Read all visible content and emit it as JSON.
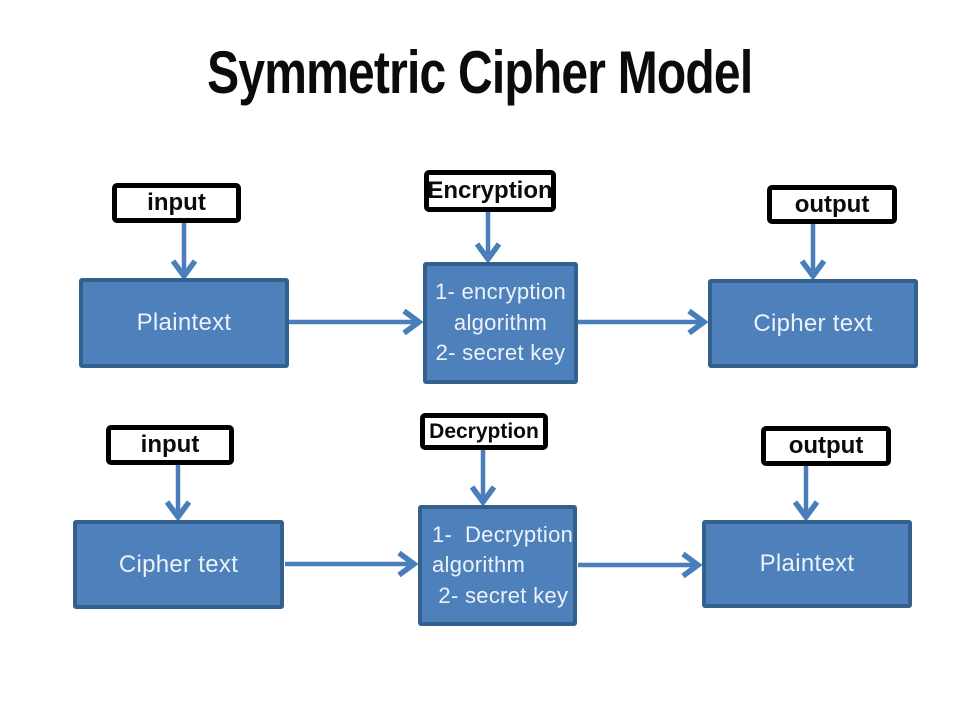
{
  "title": "Symmetric Cipher Model",
  "colors": {
    "background": "#ffffff",
    "box_fill": "#4e80bc",
    "box_border": "#33608d",
    "box_text": "#ecf2fa",
    "arrow": "#4a7eba",
    "label_border": "#000000",
    "label_text": "#0b0b0b",
    "title_text": "#0b0b0b"
  },
  "rows": [
    {
      "labels": {
        "input": "input",
        "process": "Encryption",
        "output": "output"
      },
      "boxes": {
        "source": "Plaintext",
        "process_lines": [
          "1- encryption",
          "algorithm",
          "2- secret key"
        ],
        "result": "Cipher text"
      }
    },
    {
      "labels": {
        "input": "input",
        "process": "Decryption",
        "output": "output"
      },
      "boxes": {
        "source": "Cipher text",
        "process_lines": [
          "1-  Decryption",
          "algorithm",
          " 2- secret key"
        ],
        "result": "Plaintext"
      }
    }
  ]
}
